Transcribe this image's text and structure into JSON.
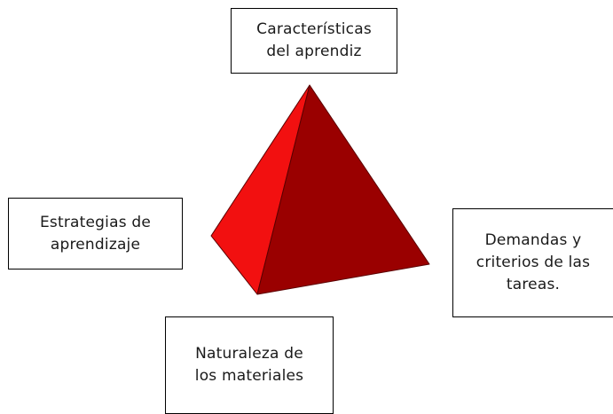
{
  "diagram": {
    "labels": {
      "top": {
        "lines": [
          "Características",
          "del aprendiz"
        ]
      },
      "left": {
        "lines": [
          "Estrategias de",
          "aprendizaje"
        ]
      },
      "right": {
        "lines": [
          "Demandas y",
          "criterios de las",
          "tareas."
        ]
      },
      "bottom": {
        "lines": [
          "Naturaleza de",
          "los materiales"
        ]
      }
    },
    "pyramid": {
      "colors": {
        "left_face": "#f21010",
        "front_face": "#9a0000",
        "edge": "#5a0000"
      }
    }
  }
}
